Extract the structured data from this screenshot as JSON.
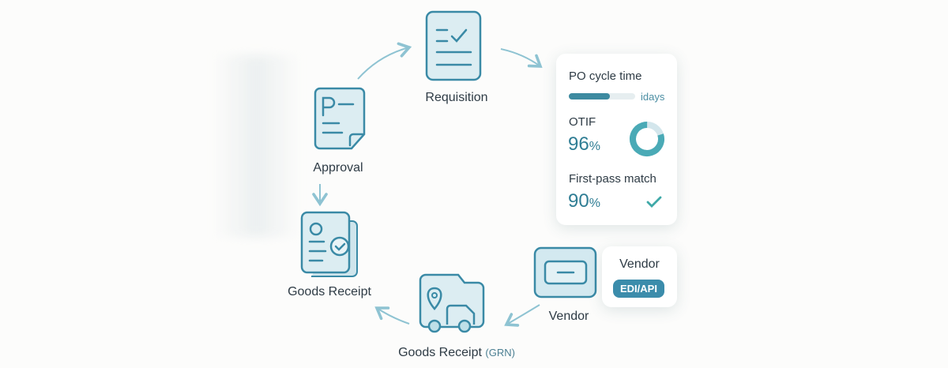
{
  "nodes": {
    "requisition": {
      "label": "Requisition",
      "icon": "document-check-icon"
    },
    "approval": {
      "label": "Approval",
      "icon": "document-p-icon"
    },
    "goods_receipt": {
      "label": "Goods Receipt",
      "icon": "document-badge-icon"
    },
    "grn": {
      "label": "Goods Receipt",
      "sub": "(GRN)",
      "icon": "truck-location-icon"
    },
    "vendor": {
      "label": "Vendor",
      "icon": "card-icon"
    }
  },
  "vendor_card": {
    "title": "Vendor",
    "badge": "EDI/API"
  },
  "metrics": {
    "cycle_time": {
      "title": "PO cycle time",
      "unit": "idays",
      "progress_percent": 62
    },
    "otif": {
      "title": "OTIF",
      "value": "96",
      "suffix": "%",
      "donut_percent": 80
    },
    "first_pass": {
      "title": "First-pass match",
      "value": "90",
      "suffix": "%",
      "icon": "check-icon"
    }
  },
  "colors": {
    "accent": "#3d8aa0",
    "icon_stroke": "#3a8aa6",
    "icon_fill": "#dcedf2",
    "arrow": "#8ec3d2"
  }
}
